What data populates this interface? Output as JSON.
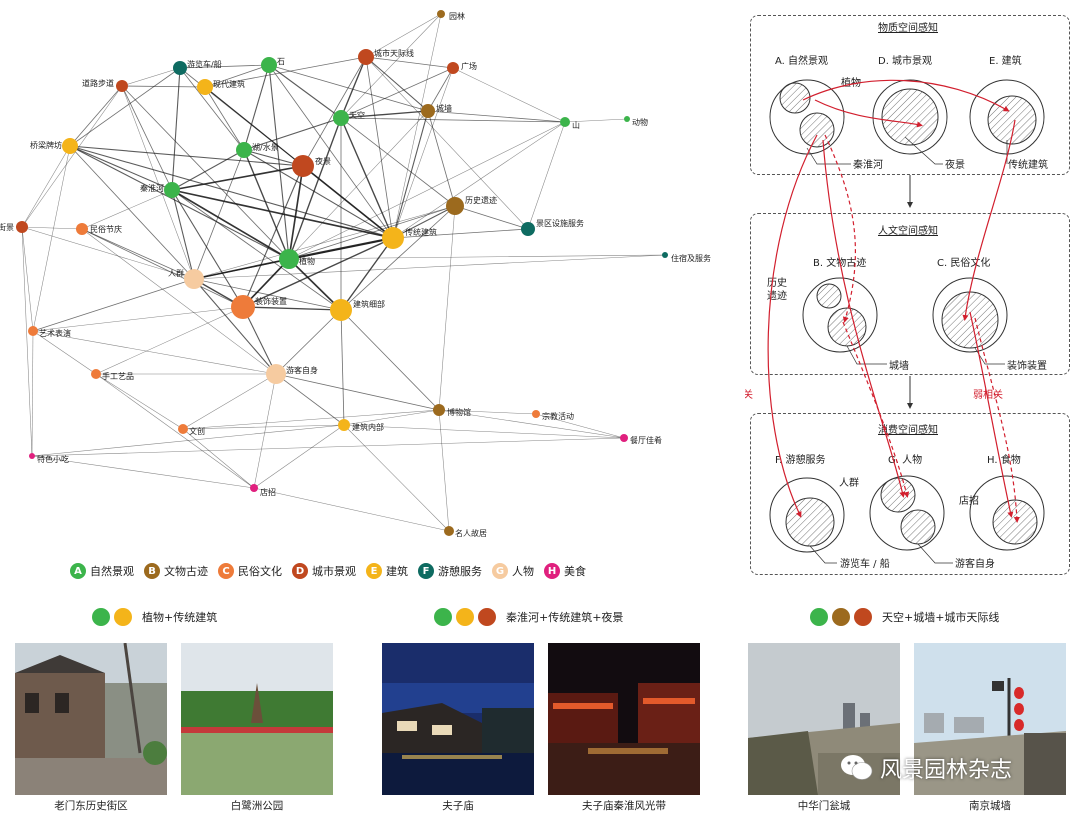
{
  "network": {
    "nodes": [
      {
        "id": "garden",
        "label": "园林",
        "cat": "B"
      },
      {
        "id": "skyline",
        "label": "城市天际线",
        "cat": "D"
      },
      {
        "id": "boat",
        "label": "游览车/船",
        "cat": "F"
      },
      {
        "id": "stone",
        "label": "石",
        "cat": "A"
      },
      {
        "id": "plaza",
        "label": "广场",
        "cat": "D"
      },
      {
        "id": "walkway",
        "label": "道路步道",
        "cat": "D"
      },
      {
        "id": "modern",
        "label": "现代建筑",
        "cat": "E"
      },
      {
        "id": "sky",
        "label": "天空",
        "cat": "A"
      },
      {
        "id": "wall",
        "label": "城墙",
        "cat": "B"
      },
      {
        "id": "mountain",
        "label": "山",
        "cat": "A"
      },
      {
        "id": "animal",
        "label": "动物",
        "cat": "A"
      },
      {
        "id": "bridge",
        "label": "桥梁牌坊",
        "cat": "E"
      },
      {
        "id": "lake",
        "label": "湖/水景",
        "cat": "A"
      },
      {
        "id": "night",
        "label": "夜景",
        "cat": "D"
      },
      {
        "id": "qinhuai",
        "label": "秦淮河",
        "cat": "A"
      },
      {
        "id": "relic",
        "label": "历史遗迹",
        "cat": "B"
      },
      {
        "id": "street",
        "label": "街景",
        "cat": "D"
      },
      {
        "id": "festival",
        "label": "民俗节庆",
        "cat": "C"
      },
      {
        "id": "facility",
        "label": "景区设施服务",
        "cat": "F"
      },
      {
        "id": "trad",
        "label": "传统建筑",
        "cat": "E"
      },
      {
        "id": "lodging",
        "label": "住宿及服务",
        "cat": "F"
      },
      {
        "id": "plant",
        "label": "植物",
        "cat": "A"
      },
      {
        "id": "crowd",
        "label": "人群",
        "cat": "G"
      },
      {
        "id": "decor",
        "label": "装饰装置",
        "cat": "C"
      },
      {
        "id": "detail",
        "label": "建筑细部",
        "cat": "E"
      },
      {
        "id": "perform",
        "label": "艺术表演",
        "cat": "C"
      },
      {
        "id": "tourist",
        "label": "游客自身",
        "cat": "G"
      },
      {
        "id": "craft",
        "label": "手工艺品",
        "cat": "C"
      },
      {
        "id": "museum",
        "label": "博物馆",
        "cat": "B"
      },
      {
        "id": "religion",
        "label": "宗教活动",
        "cat": "C"
      },
      {
        "id": "interior",
        "label": "建筑内部",
        "cat": "E"
      },
      {
        "id": "cultural",
        "label": "文创",
        "cat": "C"
      },
      {
        "id": "restaurant",
        "label": "餐厅佳肴",
        "cat": "H"
      },
      {
        "id": "snack",
        "label": "特色小吃",
        "cat": "H"
      },
      {
        "id": "sign",
        "label": "店招",
        "cat": "H"
      },
      {
        "id": "celeb",
        "label": "名人故居",
        "cat": "B"
      }
    ]
  },
  "legend": [
    {
      "letter": "A",
      "label": "自然景观",
      "color": "#3cb44b"
    },
    {
      "letter": "B",
      "label": "文物古迹",
      "color": "#9c6a1e"
    },
    {
      "letter": "C",
      "label": "民俗文化",
      "color": "#ee7b3a"
    },
    {
      "letter": "D",
      "label": "城市景观",
      "color": "#c0481f"
    },
    {
      "letter": "E",
      "label": "建筑",
      "color": "#f4b41a"
    },
    {
      "letter": "F",
      "label": "游憩服务",
      "color": "#0e6b61"
    },
    {
      "letter": "G",
      "label": "人物",
      "color": "#f6cba0"
    },
    {
      "letter": "H",
      "label": "美食",
      "color": "#e0207e"
    }
  ],
  "panels": {
    "material": {
      "title": "物质空间感知",
      "cats": [
        "A. 自然景观",
        "D. 城市景观",
        "E. 建筑"
      ],
      "labels": [
        "植物",
        "秦淮河",
        "夜景",
        "传统建筑"
      ]
    },
    "human": {
      "title": "人文空间感知",
      "cats": [
        "B. 文物古迹",
        "C. 民俗文化"
      ],
      "labels": [
        "历史",
        "遗迹",
        "城墙",
        "装饰装置"
      ]
    },
    "consume": {
      "title": "消费空间感知",
      "cats": [
        "F. 游憩服务",
        "G. 人物",
        "H. 食物"
      ],
      "labels": [
        "人群",
        "店招",
        "游览车 / 船",
        "游客自身"
      ]
    },
    "strong": "强相关",
    "weak": "弱相关"
  },
  "combos": [
    {
      "label": "植物+传统建筑",
      "colors": [
        "#3cb44b",
        "#f4b41a"
      ]
    },
    {
      "label": "秦淮河+传统建筑+夜景",
      "colors": [
        "#3cb44b",
        "#f4b41a",
        "#c0481f"
      ]
    },
    {
      "label": "天空+城墙+城市天际线",
      "colors": [
        "#3cb44b",
        "#9c6a1e",
        "#c0481f"
      ]
    }
  ],
  "photos": [
    {
      "caption": "老门东历史街区"
    },
    {
      "caption": "白鹭洲公园"
    },
    {
      "caption": "夫子庙"
    },
    {
      "caption": "夫子庙秦淮风光带"
    },
    {
      "caption": "中华门瓮城"
    },
    {
      "caption": "南京城墙"
    }
  ],
  "watermark": "风景园林杂志"
}
